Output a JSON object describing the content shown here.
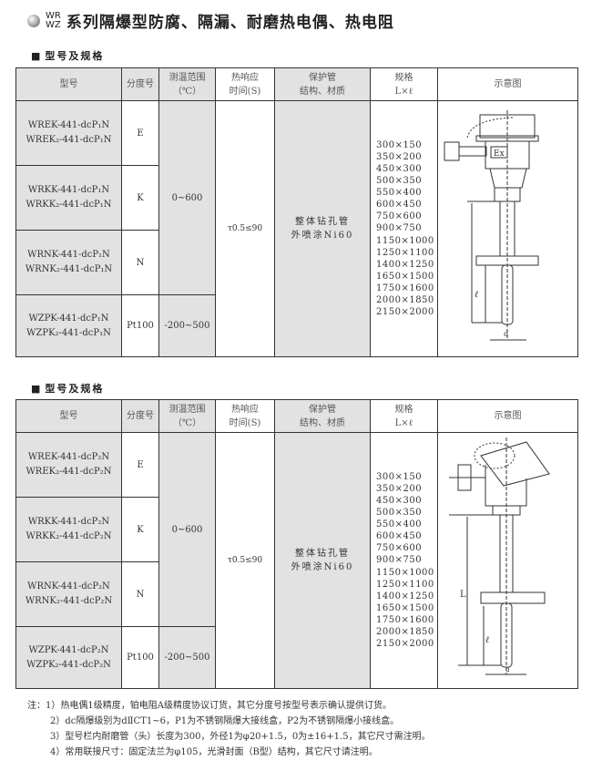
{
  "title": {
    "code_top": "WR",
    "code_bottom": "WZ",
    "text": "系列隔爆型防腐、隔漏、耐磨热电偶、热电阻"
  },
  "tables": [
    {
      "section": "型号及规格",
      "headers": [
        "型号",
        "分度号",
        "测温范围\n（℃）",
        "热响应\n时间(S)",
        "保护管\n结构、材质",
        "规格\nL×ℓ",
        "示意图"
      ],
      "rows": [
        {
          "models": [
            "WREK-441-dcP₁N",
            "WREK₂-441-dcP₁N"
          ],
          "grad": "E"
        },
        {
          "models": [
            "WRKK-441-dcP₁N",
            "WRKK₂-441-dcP₁N"
          ],
          "grad": "K"
        },
        {
          "models": [
            "WRNK-441-dcP₁N",
            "WRNK₂-441-dcP₁N"
          ],
          "grad": "N"
        },
        {
          "models": [
            "WZPK-441-dcP₁N",
            "WZPK₂-441-dcP₁N"
          ],
          "grad": "Pt100"
        }
      ],
      "range_tc": "0~600",
      "range_rtd": "-200~500",
      "response": "τ0.5≤90",
      "tube": "整体钻孔管\n外喷涂Ni60",
      "specs": [
        "300×150",
        "350×200",
        "450×300",
        "500×350",
        "550×400",
        "600×450",
        "750×600",
        "900×750",
        "1150×1000",
        "1250×1100",
        "1400×1250",
        "1650×1500",
        "1750×1600",
        "2000×1850",
        "2150×2000"
      ],
      "diagram_labels": {
        "ex": "Ex",
        "l": "ℓ",
        "d": "d"
      }
    },
    {
      "section": "型号及规格",
      "headers": [
        "型号",
        "分度号",
        "测温范围\n（℃）",
        "热响应\n时间(S)",
        "保护管\n结构、材质",
        "规格\nL×ℓ",
        "示意图"
      ],
      "rows": [
        {
          "models": [
            "WREK-441-dcP₂N",
            "WREK₂-441-dcP₂N"
          ],
          "grad": "E"
        },
        {
          "models": [
            "WRKK-441-dcP₂N",
            "WRKK₂-441-dcP₂N"
          ],
          "grad": "K"
        },
        {
          "models": [
            "WRNK-441-dcP₂N",
            "WRNK₂-441-dcP₂N"
          ],
          "grad": "N"
        },
        {
          "models": [
            "WZPK-441-dcP₂N",
            "WZPK₂-441-dcP₂N"
          ],
          "grad": "Pt100"
        }
      ],
      "range_tc": "0~600",
      "range_rtd": "-200~500",
      "response": "τ0.5≤90",
      "tube": "整体钻孔管\n外喷涂Ni60",
      "specs": [
        "300×150",
        "350×200",
        "450×300",
        "500×350",
        "550×400",
        "600×450",
        "750×600",
        "900×750",
        "1150×1000",
        "1250×1100",
        "1400×1250",
        "1650×1500",
        "1750×1600",
        "2000×1850",
        "2150×2000"
      ],
      "diagram_labels": {
        "L": "L",
        "l": "ℓ",
        "d": "d"
      }
    }
  ],
  "notes": [
    "注：1）热电偶1级精度，铂电阻A级精度协议订货，其它分度号按型号表示确认提供订货。",
    "2）dc隔爆级别为dⅡCT1~6，P1为不锈钢隔爆大接线盒，P2为不锈钢隔爆小接线盒。",
    "3）型号栏内耐磨管（头）长度为300，外径1为φ20+1.5，0为±16+1.5，其它尺寸需注明。",
    "4）常用联接尺寸：固定法兰为φ105，光滑封面（B型）结构，其它尺寸请注明。"
  ]
}
